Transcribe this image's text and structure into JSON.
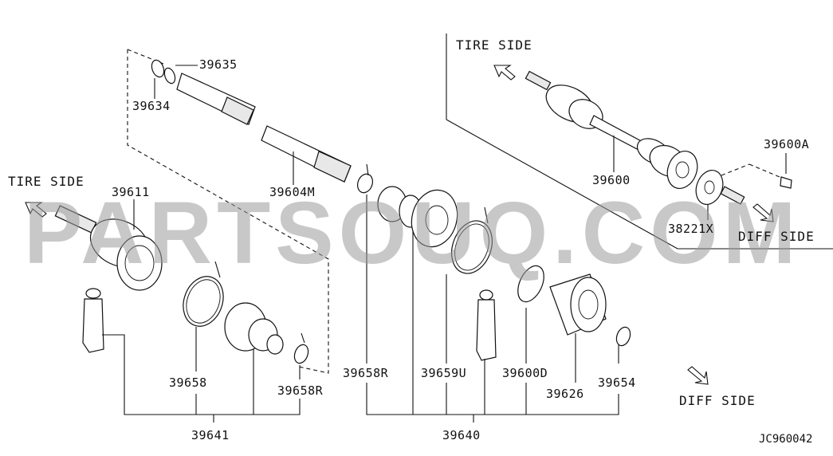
{
  "watermark": "PARTSOUQ.COM",
  "sides": {
    "tire_left": "TIRE SIDE",
    "tire_top": "TIRE SIDE",
    "diff_top": "DIFF SIDE",
    "diff_bottom": "DIFF SIDE"
  },
  "parts": {
    "p39635": "39635",
    "p39634": "39634",
    "p39604M": "39604M",
    "p39611": "39611",
    "p39658": "39658",
    "p39658R_a": "39658R",
    "p39641": "39641",
    "p39658R_b": "39658R",
    "p39659U": "39659U",
    "p39600D": "39600D",
    "p39626": "39626",
    "p39654": "39654",
    "p39640": "39640",
    "p39600": "39600",
    "p39600A": "39600A",
    "p38221X": "38221X"
  },
  "reference": "JC960042"
}
